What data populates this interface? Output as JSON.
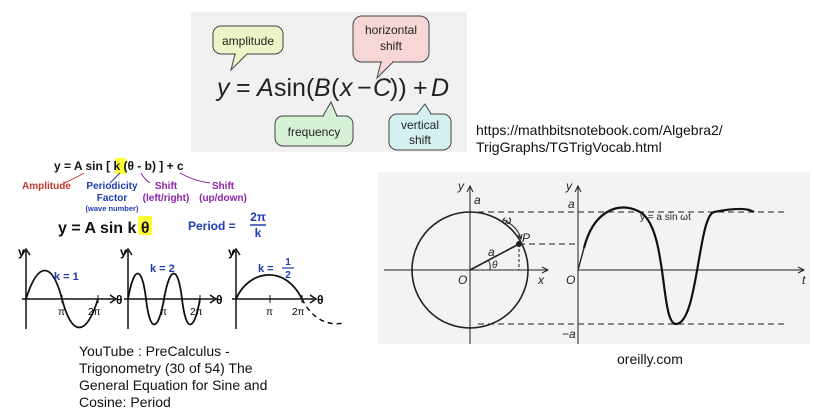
{
  "panel1": {
    "bubbles": {
      "amplitude": "amplitude",
      "horizontal_shift_1": "horizontal",
      "horizontal_shift_2": "shift",
      "frequency": "frequency",
      "vertical_shift_1": "vertical",
      "vertical_shift_2": "shift"
    },
    "equation": {
      "y": "y",
      "eq": "=",
      "A": "A",
      "sin": "sin(",
      "B": "B",
      "paren": "(",
      "x": "x",
      "minus": "−",
      "C": "C",
      "close": "))",
      "plus": "+",
      "D": "D"
    },
    "source_line1": "https://mathbitsnotebook.com/Algebra2/",
    "source_line2": "TrigGraphs/TGTrigVocab.html"
  },
  "panel2": {
    "general_eq": "y = A sin [ k (θ - b) ] + c",
    "labels": {
      "amplitude": "Amplitude",
      "periodicity_1": "Periodicity",
      "periodicity_2": "Factor",
      "periodicity_3": "(wave number)",
      "shift_lr_1": "Shift",
      "shift_lr_2": "(left/right)",
      "shift_ud_1": "Shift",
      "shift_ud_2": "(up/down)"
    },
    "simple_eq": "y = A sin k θ",
    "period_label": "Period =",
    "period_num": "2π",
    "period_den": "k",
    "graphs": [
      {
        "k_label": "k = 1",
        "tick1": "π",
        "tick2": "2π",
        "axis_y": "y",
        "axis_x": "θ"
      },
      {
        "k_label": "k = 2",
        "tick1": "π",
        "tick2": "2π",
        "axis_y": "y",
        "axis_x": "θ"
      },
      {
        "k_label": "k =",
        "k_num": "1",
        "k_den": "2",
        "tick1": "π",
        "tick2": "2π",
        "axis_y": "y",
        "axis_x": "θ"
      }
    ],
    "caption": [
      "YouTube : PreCalculus -",
      "Trigonometry (30 of 54) The",
      "General Equation for Sine and",
      "Cosine: Period"
    ]
  },
  "panel3": {
    "labels": {
      "y_left": "y",
      "a_top": "a",
      "omega": "ω",
      "P": "P",
      "a_radius": "a",
      "theta": "θ",
      "O_left": "O",
      "x_axis": "x",
      "y_right": "y",
      "a_right": "a",
      "curve": "y = a sin ωt",
      "O_right": "O",
      "t_axis": "t",
      "neg_a": "−a"
    },
    "caption": "oreilly.com"
  },
  "colors": {
    "bubble_amplitude": "#eef3c8",
    "bubble_horizontal": "#f6d6d6",
    "bubble_frequency": "#d7f1d7",
    "bubble_vertical": "#d4f0f1",
    "panel1_bg": "#f1f1f1",
    "red": "#c0392b",
    "blue": "#1f3cb3",
    "purple": "#8e24aa",
    "highlight": "#ffff3a"
  }
}
